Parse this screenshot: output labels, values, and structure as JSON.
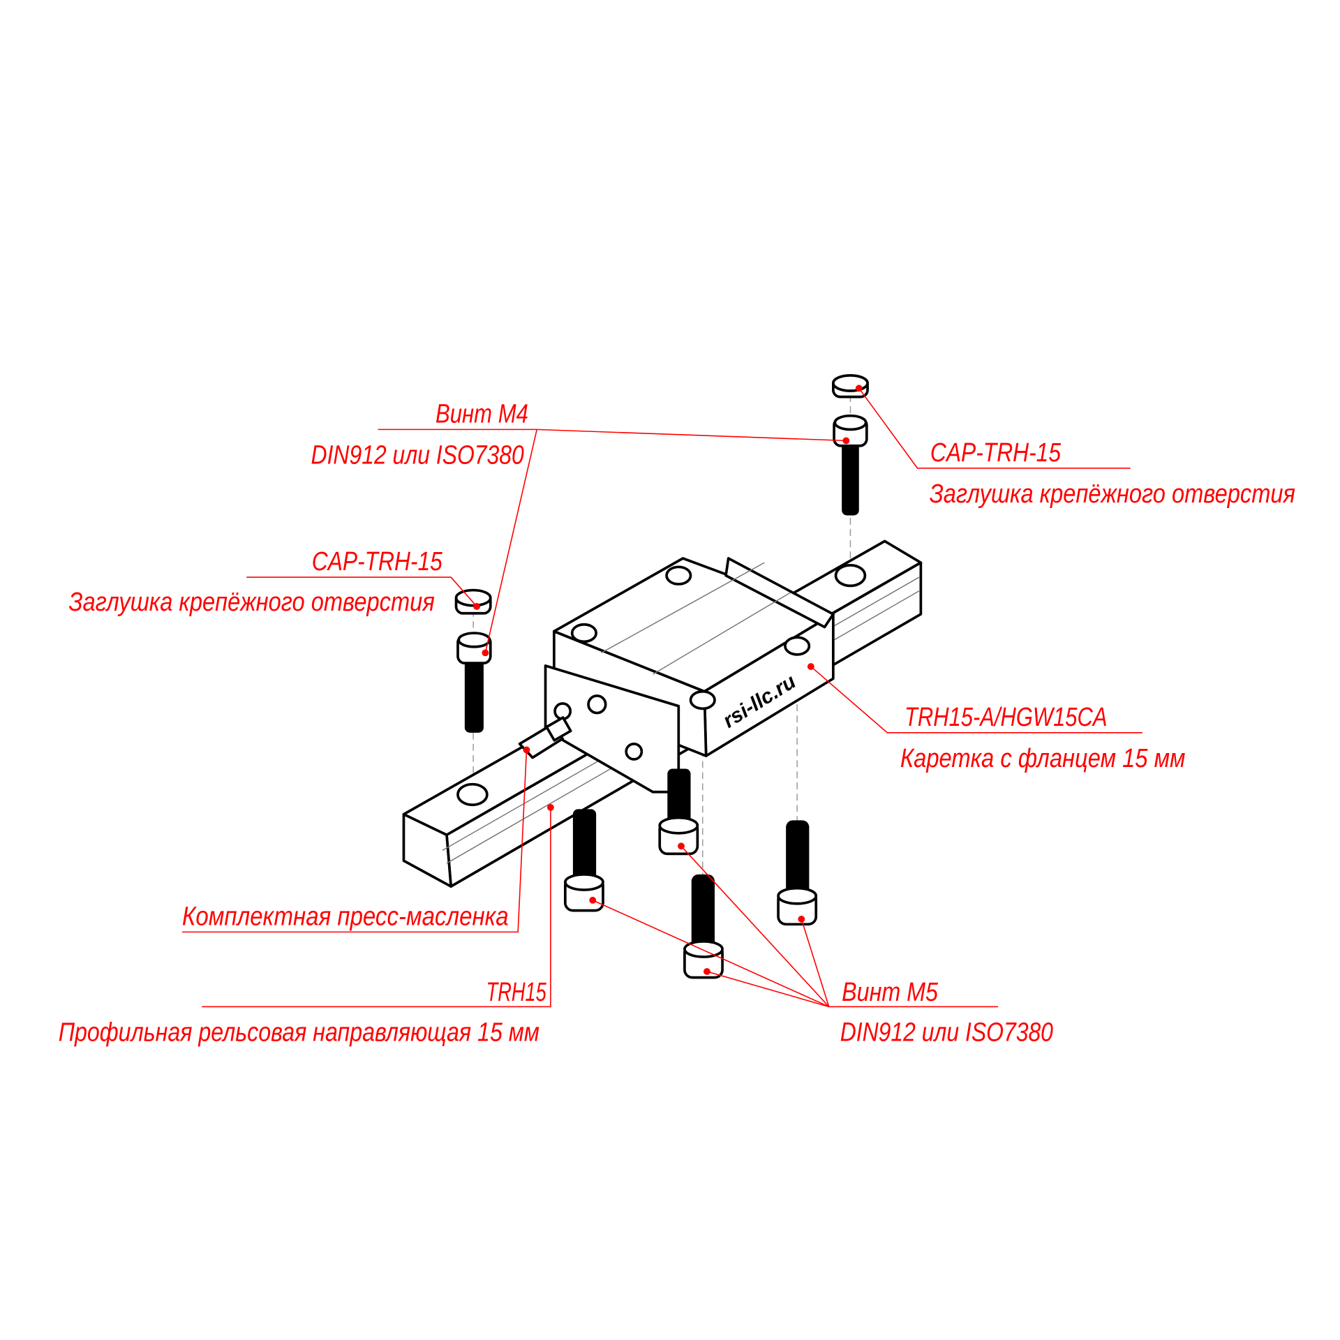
{
  "labels": {
    "screw_m4": {
      "title": "Винт M4",
      "subtitle": "DIN912 или ISO7380"
    },
    "cap_right": {
      "title": "CAP-TRH-15",
      "subtitle": "Заглушка крепёжного отверстия"
    },
    "cap_left": {
      "title": "CAP-TRH-15",
      "subtitle": "Заглушка крепёжного отверстия"
    },
    "carriage": {
      "title": "TRH15-A/HGW15CA",
      "subtitle": "Каретка с фланцем 15 мм"
    },
    "grease_nipple": {
      "title": "Комплектная пресс-масленка"
    },
    "rail": {
      "title": "TRH15",
      "subtitle": "Профильная рельсовая направляющая 15 мм"
    },
    "screw_m5": {
      "title": "Винт M5",
      "subtitle": "DIN912 или ISO7380"
    }
  },
  "logo_text": "rsi-llc.ru",
  "colors": {
    "annotation": "#ff0000",
    "line": "#000000",
    "background": "#ffffff"
  }
}
